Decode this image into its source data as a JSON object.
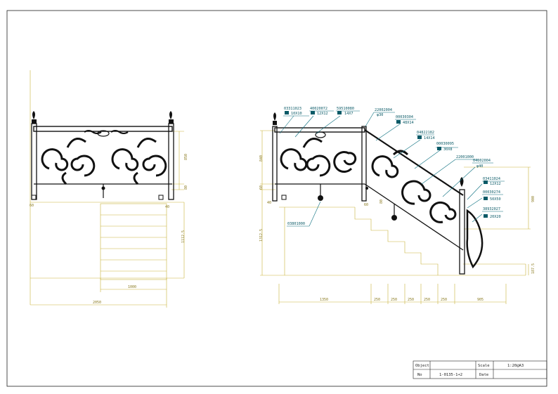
{
  "title_block": {
    "object_label": "Object",
    "object_value": "",
    "scale_label": "Scale",
    "scale_value": "1:20@A3",
    "no_label": "No",
    "no_value": "1-0135-1+2",
    "date_label": "Date",
    "date_value": ""
  },
  "front_view": {
    "dim_overall_width": "2050",
    "dim_inner_width": "1000",
    "dim_height_right": "850",
    "dim_small_right": "80",
    "dim_left_bottom": "60",
    "dim_right_bottom": "40",
    "dim_stair_height": "1112.5"
  },
  "side_view": {
    "dim_left_height": "840",
    "dim_left_small": "60",
    "dim_left_bottom": "40",
    "dim_stair_height": "1312.5",
    "dim_right_height": "900",
    "dim_right_bottom": "187.5",
    "dim_post": "80",
    "dim_lower": "60",
    "dim_segments": [
      "1350",
      "250",
      "250",
      "250",
      "250",
      "250",
      "905"
    ]
  },
  "part_labels": [
    {
      "code": "03311023",
      "size": "10X10"
    },
    {
      "code": "40020072",
      "size": "12X12"
    },
    {
      "code": "59510080",
      "size": "14X7"
    },
    {
      "code": "22002004",
      "size": "φ30"
    },
    {
      "code": "00030304",
      "size": "48X14"
    },
    {
      "code": "04822182",
      "size": "14X14"
    },
    {
      "code": "00030095",
      "size": "30X8"
    },
    {
      "code": "22001000",
      "size": ""
    },
    {
      "code": "04002004",
      "size": "φ40"
    },
    {
      "code": "03411024",
      "size": "12X12"
    },
    {
      "code": "00030274",
      "size": "50X50"
    },
    {
      "code": "38932027",
      "size": "20X20"
    },
    {
      "code": "03801000",
      "size": ""
    }
  ]
}
